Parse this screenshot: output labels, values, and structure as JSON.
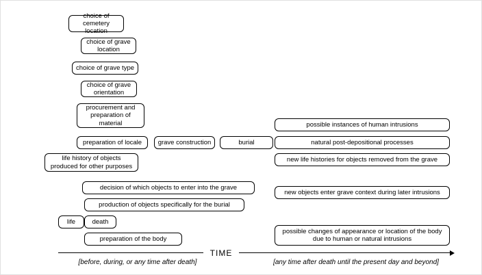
{
  "diagram": {
    "boxes": [
      {
        "id": "choice-of-cemetery-location",
        "text": "choice of cemetery\nlocation"
      },
      {
        "id": "choice-of-grave-location",
        "text": "choice of grave\nlocation"
      },
      {
        "id": "choice-of-grave-type",
        "text": "choice of grave type"
      },
      {
        "id": "choice-of-grave-orientation",
        "text": "choice of grave\norientation"
      },
      {
        "id": "procurement-preparation-material",
        "text": "procurement and\npreparation of\nmaterial"
      },
      {
        "id": "preparation-of-locale",
        "text": "preparation of locale"
      },
      {
        "id": "grave-construction",
        "text": "grave construction"
      },
      {
        "id": "burial",
        "text": "burial"
      },
      {
        "id": "possible-human-intrusions",
        "text": "possible instances of human intrusions"
      },
      {
        "id": "natural-post-depositional-processes",
        "text": "natural post-depositional processes"
      },
      {
        "id": "life-history-of-objects",
        "text": "life history of objects\nproduced for other purposes"
      },
      {
        "id": "new-life-histories",
        "text": "new life histories for objects removed from the grave"
      },
      {
        "id": "decision-of-objects",
        "text": "decision of which objects to enter into the grave"
      },
      {
        "id": "new-objects-later-intrusions",
        "text": "new objects enter grave context during later intrusions"
      },
      {
        "id": "production-of-objects",
        "text": "production of objects specifically for the burial"
      },
      {
        "id": "life",
        "text": "life"
      },
      {
        "id": "death",
        "text": "death"
      },
      {
        "id": "preparation-of-the-body",
        "text": "preparation of the body"
      },
      {
        "id": "possible-changes-of-body",
        "text": "possible changes of appearance or location of the body\ndue to human or natural intrusions"
      }
    ]
  },
  "timeline": {
    "label": "TIME",
    "left_caption": "[before, during, or any time after death]",
    "right_caption": "[any time after death until the present day and beyond]"
  }
}
